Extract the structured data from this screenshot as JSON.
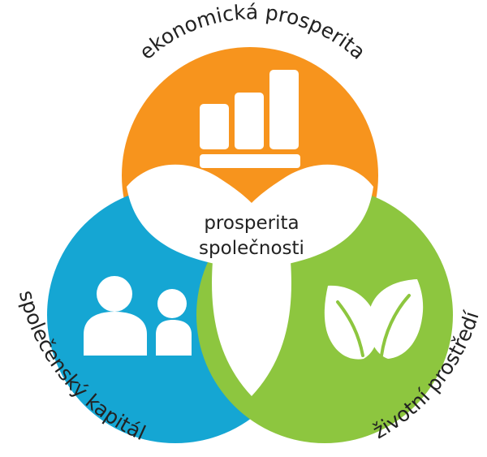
{
  "diagram": {
    "top_label": "ekonomická prosperita",
    "left_label": "společenský kapitál",
    "right_label": "životní prostředí",
    "center_line1": "prosperita",
    "center_line2": "společnosti"
  },
  "colors": {
    "economic": "#F7941D",
    "social": "#15A6D3",
    "environment": "#8DC63F",
    "overlap": "#FFFFFF",
    "text": "#222222"
  },
  "icons": {
    "top": "bar-chart-icon",
    "left": "people-icon",
    "right": "leaves-icon"
  }
}
